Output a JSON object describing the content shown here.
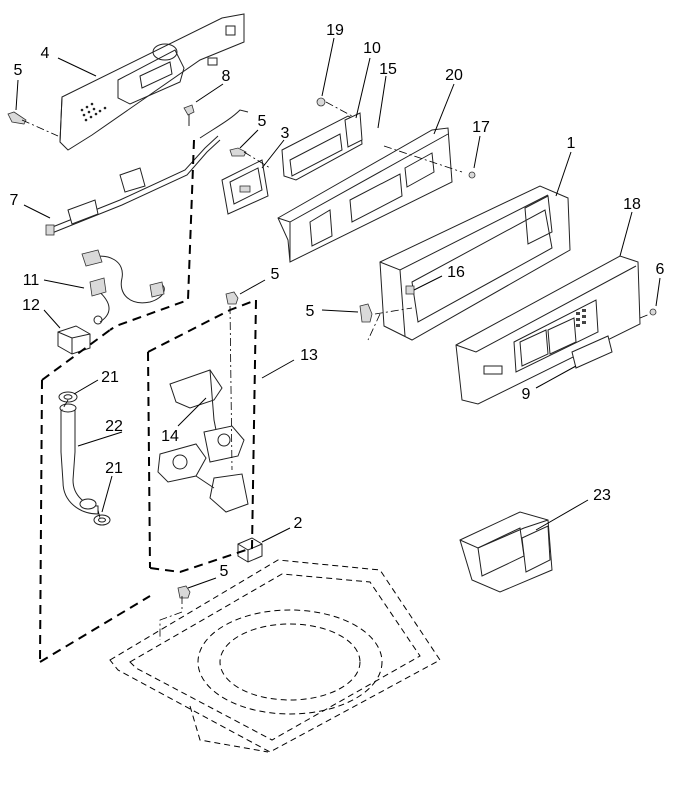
{
  "callouts": [
    {
      "id": "c1",
      "label": "1"
    },
    {
      "id": "c2",
      "label": "2"
    },
    {
      "id": "c3",
      "label": "3"
    },
    {
      "id": "c4",
      "label": "4"
    },
    {
      "id": "c5a",
      "label": "5"
    },
    {
      "id": "c5b",
      "label": "5"
    },
    {
      "id": "c5c",
      "label": "5"
    },
    {
      "id": "c5d",
      "label": "5"
    },
    {
      "id": "c5e",
      "label": "5"
    },
    {
      "id": "c6",
      "label": "6"
    },
    {
      "id": "c7",
      "label": "7"
    },
    {
      "id": "c8",
      "label": "8"
    },
    {
      "id": "c9",
      "label": "9"
    },
    {
      "id": "c10",
      "label": "10"
    },
    {
      "id": "c11",
      "label": "11"
    },
    {
      "id": "c12",
      "label": "12"
    },
    {
      "id": "c13",
      "label": "13"
    },
    {
      "id": "c14",
      "label": "14"
    },
    {
      "id": "c15",
      "label": "15"
    },
    {
      "id": "c16",
      "label": "16"
    },
    {
      "id": "c17",
      "label": "17"
    },
    {
      "id": "c18",
      "label": "18"
    },
    {
      "id": "c19",
      "label": "19"
    },
    {
      "id": "c20",
      "label": "20"
    },
    {
      "id": "c21a",
      "label": "21"
    },
    {
      "id": "c21b",
      "label": "21"
    },
    {
      "id": "c22",
      "label": "22"
    },
    {
      "id": "c23",
      "label": "23"
    }
  ]
}
